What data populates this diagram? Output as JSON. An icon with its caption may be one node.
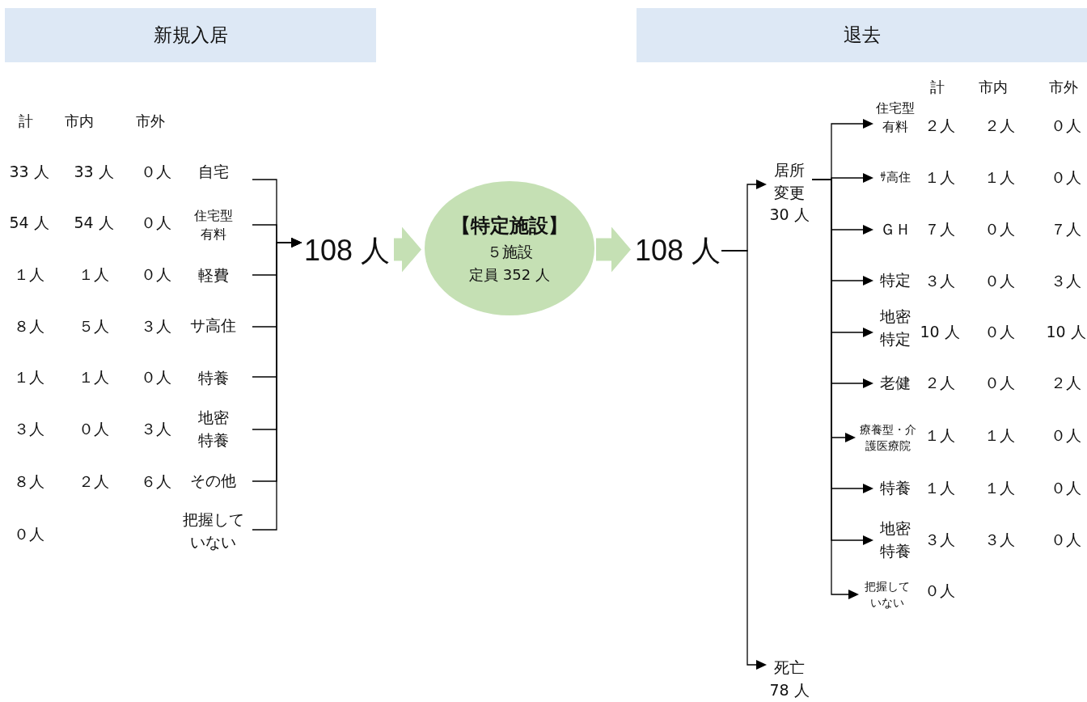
{
  "diagram": {
    "nodes": [
      {
        "text": [
          "新規入居"
        ]
      },
      {
        "text": [
          "退去"
        ]
      },
      {
        "text": [
          "自宅"
        ]
      },
      {
        "text": [
          "住宅型有料"
        ]
      },
      {
        "text": [
          "軽費"
        ]
      },
      {
        "text": [
          "サ高住"
        ]
      },
      {
        "text": [
          "特養"
        ]
      },
      {
        "text": [
          "地密特養"
        ]
      },
      {
        "text": [
          "その他"
        ]
      },
      {
        "text": [
          "把握していない"
        ]
      },
      {
        "text": [
          "108 人"
        ]
      },
      {
        "text": [
          "【特定施設】",
          "５施設",
          "定員 352 人"
        ]
      },
      {
        "text": [
          "108 人"
        ]
      },
      {
        "text": [
          "居所変更",
          "30 人"
        ]
      },
      {
        "text": [
          "死亡",
          "78 人"
        ]
      },
      {
        "text": [
          "住宅型有料"
        ]
      },
      {
        "text": [
          "ｻ高住"
        ]
      },
      {
        "text": [
          "ＧＨ"
        ]
      },
      {
        "text": [
          "特定"
        ]
      },
      {
        "text": [
          "地密特定"
        ]
      },
      {
        "text": [
          "老健"
        ]
      },
      {
        "text": [
          "療養型・介護医療院"
        ]
      },
      {
        "text": [
          "特養"
        ]
      },
      {
        "text": [
          "地密特養"
        ]
      },
      {
        "text": [
          "把握していない"
        ]
      }
    ],
    "edges": [
      {
        "from": 2,
        "to": 10,
        "arrow": "to"
      },
      {
        "from": 3,
        "to": 10,
        "arrow": "to"
      },
      {
        "from": 4,
        "to": 10,
        "arrow": "to"
      },
      {
        "from": 5,
        "to": 10,
        "arrow": "to"
      },
      {
        "from": 6,
        "to": 10,
        "arrow": "to"
      },
      {
        "from": 7,
        "to": 10,
        "arrow": "to"
      },
      {
        "from": 8,
        "to": 10,
        "arrow": "to"
      },
      {
        "from": 9,
        "to": 10,
        "arrow": "to"
      },
      {
        "from": 10,
        "to": 11,
        "arrow": "to",
        "style": "thick",
        "color": "#c5e0b4"
      },
      {
        "from": 11,
        "to": 12,
        "arrow": "to",
        "style": "thick",
        "color": "#c5e0b4"
      },
      {
        "from": 12,
        "to": 13,
        "arrow": "to"
      },
      {
        "from": 12,
        "to": 14,
        "arrow": "to"
      },
      {
        "from": 13,
        "to": 15,
        "arrow": "to"
      },
      {
        "from": 13,
        "to": 16,
        "arrow": "to"
      },
      {
        "from": 13,
        "to": 17,
        "arrow": "to"
      },
      {
        "from": 13,
        "to": 18,
        "arrow": "to"
      },
      {
        "from": 13,
        "to": 19,
        "arrow": "to"
      },
      {
        "from": 13,
        "to": 20,
        "arrow": "to"
      },
      {
        "from": 13,
        "to": 21,
        "arrow": "to"
      },
      {
        "from": 13,
        "to": 22,
        "arrow": "to"
      },
      {
        "from": 13,
        "to": 23,
        "arrow": "to"
      },
      {
        "from": 13,
        "to": 24,
        "arrow": "to"
      }
    ],
    "labels": [
      "計",
      "市内",
      "市外",
      "33 人",
      "33 人",
      "０人",
      "54 人",
      "54 人",
      "０人",
      "１人",
      "１人",
      "０人",
      "８人",
      "５人",
      "３人",
      "１人",
      "１人",
      "０人",
      "３人",
      "０人",
      "３人",
      "８人",
      "２人",
      "６人",
      "０人",
      "計",
      "市内",
      "市外",
      "２人",
      "２人",
      "０人",
      "１人",
      "１人",
      "０人",
      "７人",
      "０人",
      "７人",
      "３人",
      "０人",
      "３人",
      "10 人",
      "０人",
      "10 人",
      "２人",
      "０人",
      "２人",
      "１人",
      "１人",
      "０人",
      "１人",
      "１人",
      "０人",
      "３人",
      "３人",
      "０人",
      "０人"
    ]
  }
}
